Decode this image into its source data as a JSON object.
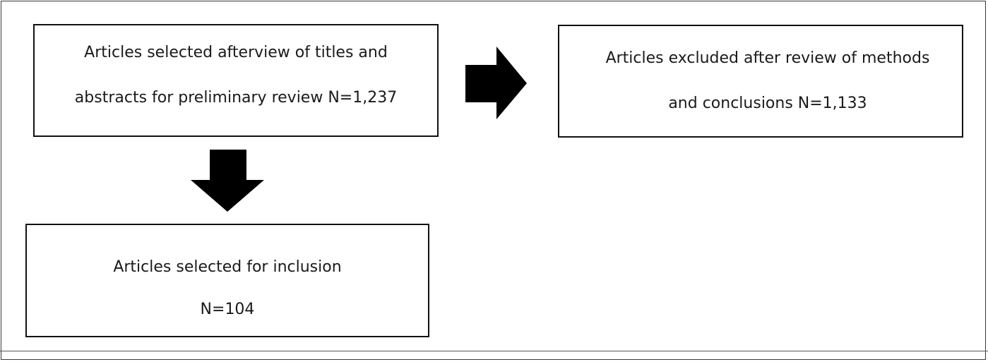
{
  "flowchart": {
    "screened": {
      "line1": "Articles selected afterview of titles and",
      "line2": "abstracts for preliminary review N=1,237"
    },
    "excluded": {
      "line1": "Articles excluded after review of methods",
      "line2": "and conclusions N=1,133"
    },
    "included": {
      "line1": "Articles selected for inclusion",
      "line2": "N=104"
    }
  },
  "colors": {
    "arrow": "#000000",
    "border": "#111111"
  }
}
